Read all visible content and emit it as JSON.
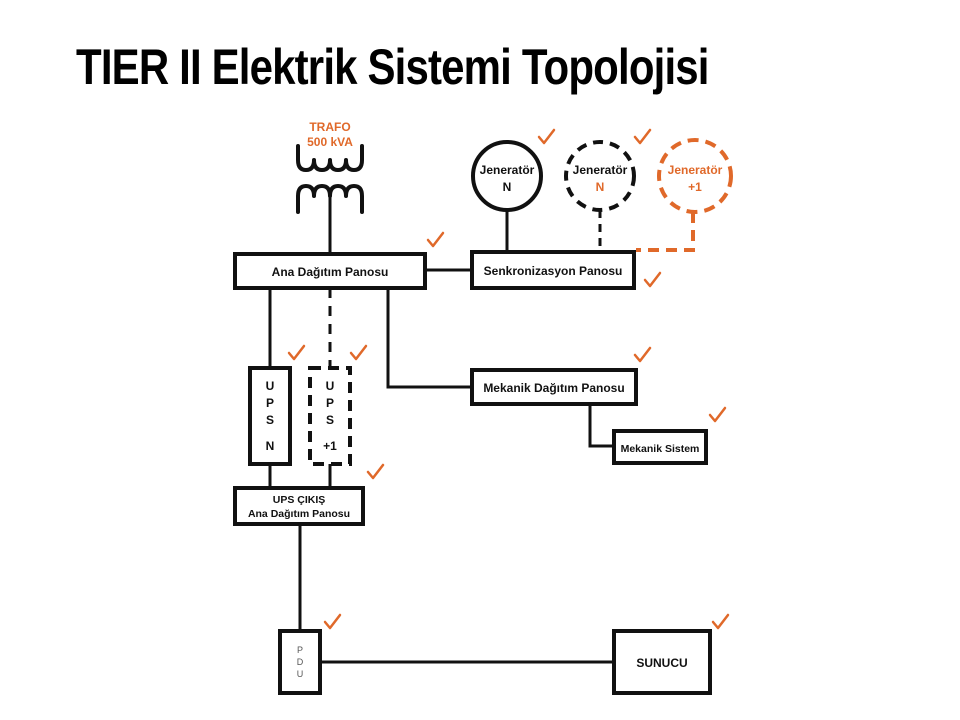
{
  "title": "TIER II Elektrik Sistemi Topolojisi",
  "colors": {
    "accent": "#e0692a",
    "line": "#111111"
  },
  "trafo": {
    "line1": "TRAFO",
    "line2": "500 kVA"
  },
  "generators": [
    {
      "line1": "Jeneratör",
      "line2": "N",
      "style": "solid",
      "checked": true
    },
    {
      "line1": "Jeneratör",
      "line2": "N",
      "style": "dashed",
      "checked": true
    },
    {
      "line1": "Jeneratör",
      "line2": "+1",
      "style": "dashed-orange",
      "checked": false
    }
  ],
  "panels": {
    "main": "Ana Dağıtım Panosu",
    "sync": "Senkronizasyon Panosu",
    "mech_panel": "Mekanik Dağıtım Panosu",
    "mech_system": "Mekanik Sistem",
    "ups_out_line1": "UPS ÇIKIŞ",
    "ups_out_line2": "Ana Dağıtım Panosu",
    "server": "SUNUCU"
  },
  "ups_n": {
    "letters": [
      "U",
      "P",
      "S"
    ],
    "suffix": "N"
  },
  "ups_plus1": {
    "letters": [
      "U",
      "P",
      "S"
    ],
    "suffix": "+1"
  },
  "pdu": {
    "letters": [
      "P",
      "D",
      "U"
    ]
  },
  "check_icon": "✓"
}
